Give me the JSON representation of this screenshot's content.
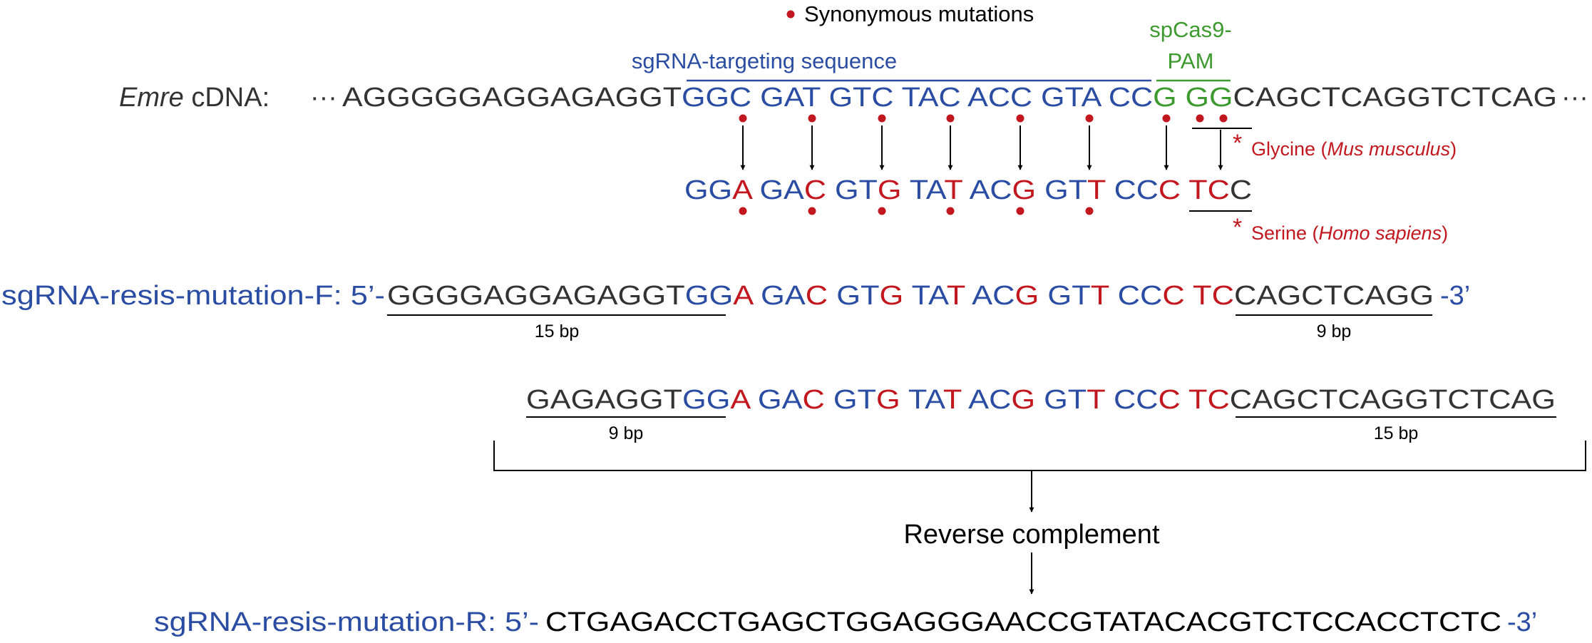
{
  "colors": {
    "blue": "#2a4da3",
    "red": "#c2171e",
    "green": "#3d9a2f",
    "dark": "#333333",
    "black": "#000000"
  },
  "legend": {
    "label": "Synonymous mutations"
  },
  "labels": {
    "target_seq": "sgRNA-targeting sequence",
    "pam_line1": "spCas9-",
    "pam_line2": "PAM",
    "emre_italic": "Emre",
    "emre_rest": " cDNA:",
    "ellipsis": "···",
    "glycine": "Glycine (",
    "glycine_species": "Mus musculus",
    "serine": "Serine (",
    "serine_species": "Homo sapiens",
    "close_paren": ")",
    "asterisk": "*",
    "fwd_primer": "sgRNA-resis-mutation-F: 5’-",
    "rev_primer": "sgRNA-resis-mutation-R: 5’-",
    "end3": "-3’",
    "bp15": "15 bp",
    "bp9": "9 bp",
    "reverse_complement": "Reverse complement"
  },
  "sequences": {
    "cdna": [
      {
        "t": "AGGGGGAGGAGAGGT",
        "c": "dark"
      },
      {
        "t": "GGC GAT GTC TAC ACC GTA CC",
        "c": "blue"
      },
      {
        "t": "G GG",
        "c": "green"
      },
      {
        "t": "CAGCTCAGGTCTCAG",
        "c": "dark"
      }
    ],
    "mutant": [
      {
        "t": "GG",
        "c": "blue"
      },
      {
        "t": "A",
        "c": "red"
      },
      {
        "t": " GA",
        "c": "blue"
      },
      {
        "t": "C",
        "c": "red"
      },
      {
        "t": " GT",
        "c": "blue"
      },
      {
        "t": "G",
        "c": "red"
      },
      {
        "t": " TA",
        "c": "blue"
      },
      {
        "t": "T",
        "c": "red"
      },
      {
        "t": " AC",
        "c": "blue"
      },
      {
        "t": "G",
        "c": "red"
      },
      {
        "t": " GT",
        "c": "blue"
      },
      {
        "t": "T",
        "c": "red"
      },
      {
        "t": " CC",
        "c": "blue"
      },
      {
        "t": "C",
        "c": "red"
      },
      {
        "t": " TC",
        "c": "red"
      },
      {
        "t": "C",
        "c": "dark"
      }
    ],
    "forward": [
      {
        "t": "GGGGAGGAGAGGT",
        "c": "dark"
      },
      {
        "t": "GG",
        "c": "blue"
      },
      {
        "t": "A",
        "c": "red"
      },
      {
        "t": " GA",
        "c": "blue"
      },
      {
        "t": "C",
        "c": "red"
      },
      {
        "t": " GT",
        "c": "blue"
      },
      {
        "t": "G",
        "c": "red"
      },
      {
        "t": " TA",
        "c": "blue"
      },
      {
        "t": "T",
        "c": "red"
      },
      {
        "t": " AC",
        "c": "blue"
      },
      {
        "t": "G",
        "c": "red"
      },
      {
        "t": " GT",
        "c": "blue"
      },
      {
        "t": "T",
        "c": "red"
      },
      {
        "t": " CC",
        "c": "blue"
      },
      {
        "t": "C",
        "c": "red"
      },
      {
        "t": " TC",
        "c": "red"
      },
      {
        "t": "CAGCTCAGG",
        "c": "dark"
      }
    ],
    "middle": [
      {
        "t": "GAGAGGT",
        "c": "dark"
      },
      {
        "t": "GG",
        "c": "blue"
      },
      {
        "t": "A",
        "c": "red"
      },
      {
        "t": " GA",
        "c": "blue"
      },
      {
        "t": "C",
        "c": "red"
      },
      {
        "t": " GT",
        "c": "blue"
      },
      {
        "t": "G",
        "c": "red"
      },
      {
        "t": " TA",
        "c": "blue"
      },
      {
        "t": "T",
        "c": "red"
      },
      {
        "t": " AC",
        "c": "blue"
      },
      {
        "t": "G",
        "c": "red"
      },
      {
        "t": " GT",
        "c": "blue"
      },
      {
        "t": "T",
        "c": "red"
      },
      {
        "t": " CC",
        "c": "blue"
      },
      {
        "t": "C",
        "c": "red"
      },
      {
        "t": " TC",
        "c": "red"
      },
      {
        "t": "CAGCTCAGGTCTCAG",
        "c": "dark"
      }
    ],
    "reverse": [
      {
        "t": "CTGAGACCTGAGCTGGAGGGAACCGTATACACGTCTCCACCTCTC",
        "c": "black"
      }
    ]
  }
}
